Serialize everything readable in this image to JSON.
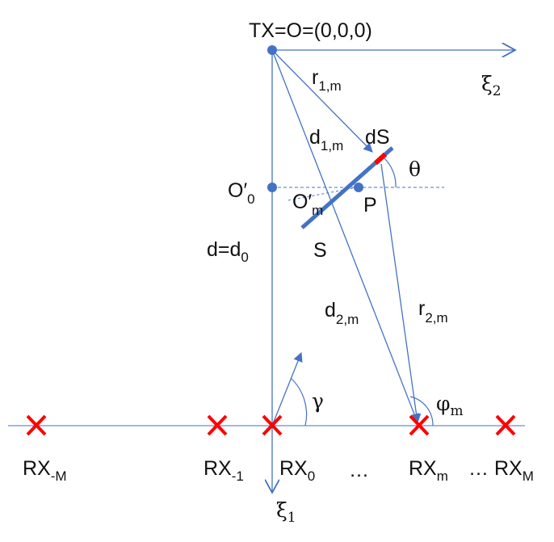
{
  "colors": {
    "axis": "#4472c4",
    "line": "#4472c4",
    "surface": "#4472c4",
    "patch": "#ff0000",
    "receiver": "#ff0000",
    "text": "#111111",
    "background": "#ffffff"
  },
  "labels": {
    "tx": "TX=O=(0,0,0)",
    "xi2": "ξ",
    "xi2_sub": "2",
    "xi1": "ξ",
    "xi1_sub": "1",
    "r1m": "r",
    "r1m_sub": "1,m",
    "d1m": "d",
    "d1m_sub": "1,m",
    "dS": "dS",
    "theta": "θ",
    "O0": "O′",
    "O0_sub": "0",
    "Om": "O′",
    "Om_sub": "m",
    "P": "P",
    "S": "S",
    "d0": "d=d",
    "d0_sub": "0",
    "d2m": "d",
    "d2m_sub": "2,m",
    "r2m": "r",
    "r2m_sub": "2,m",
    "gamma": "γ",
    "phi": "φ",
    "phi_sub": "m",
    "rx_neg_M": "RX",
    "rx_neg_M_sub": "-M",
    "rx_neg_1": "RX",
    "rx_neg_1_sub": "-1",
    "rx_0": "RX",
    "rx_0_sub": "0",
    "dots1": "…",
    "rx_m": "RX",
    "rx_m_sub": "m",
    "dots2": "…",
    "rx_M": "RX",
    "rx_M_sub": "M"
  }
}
